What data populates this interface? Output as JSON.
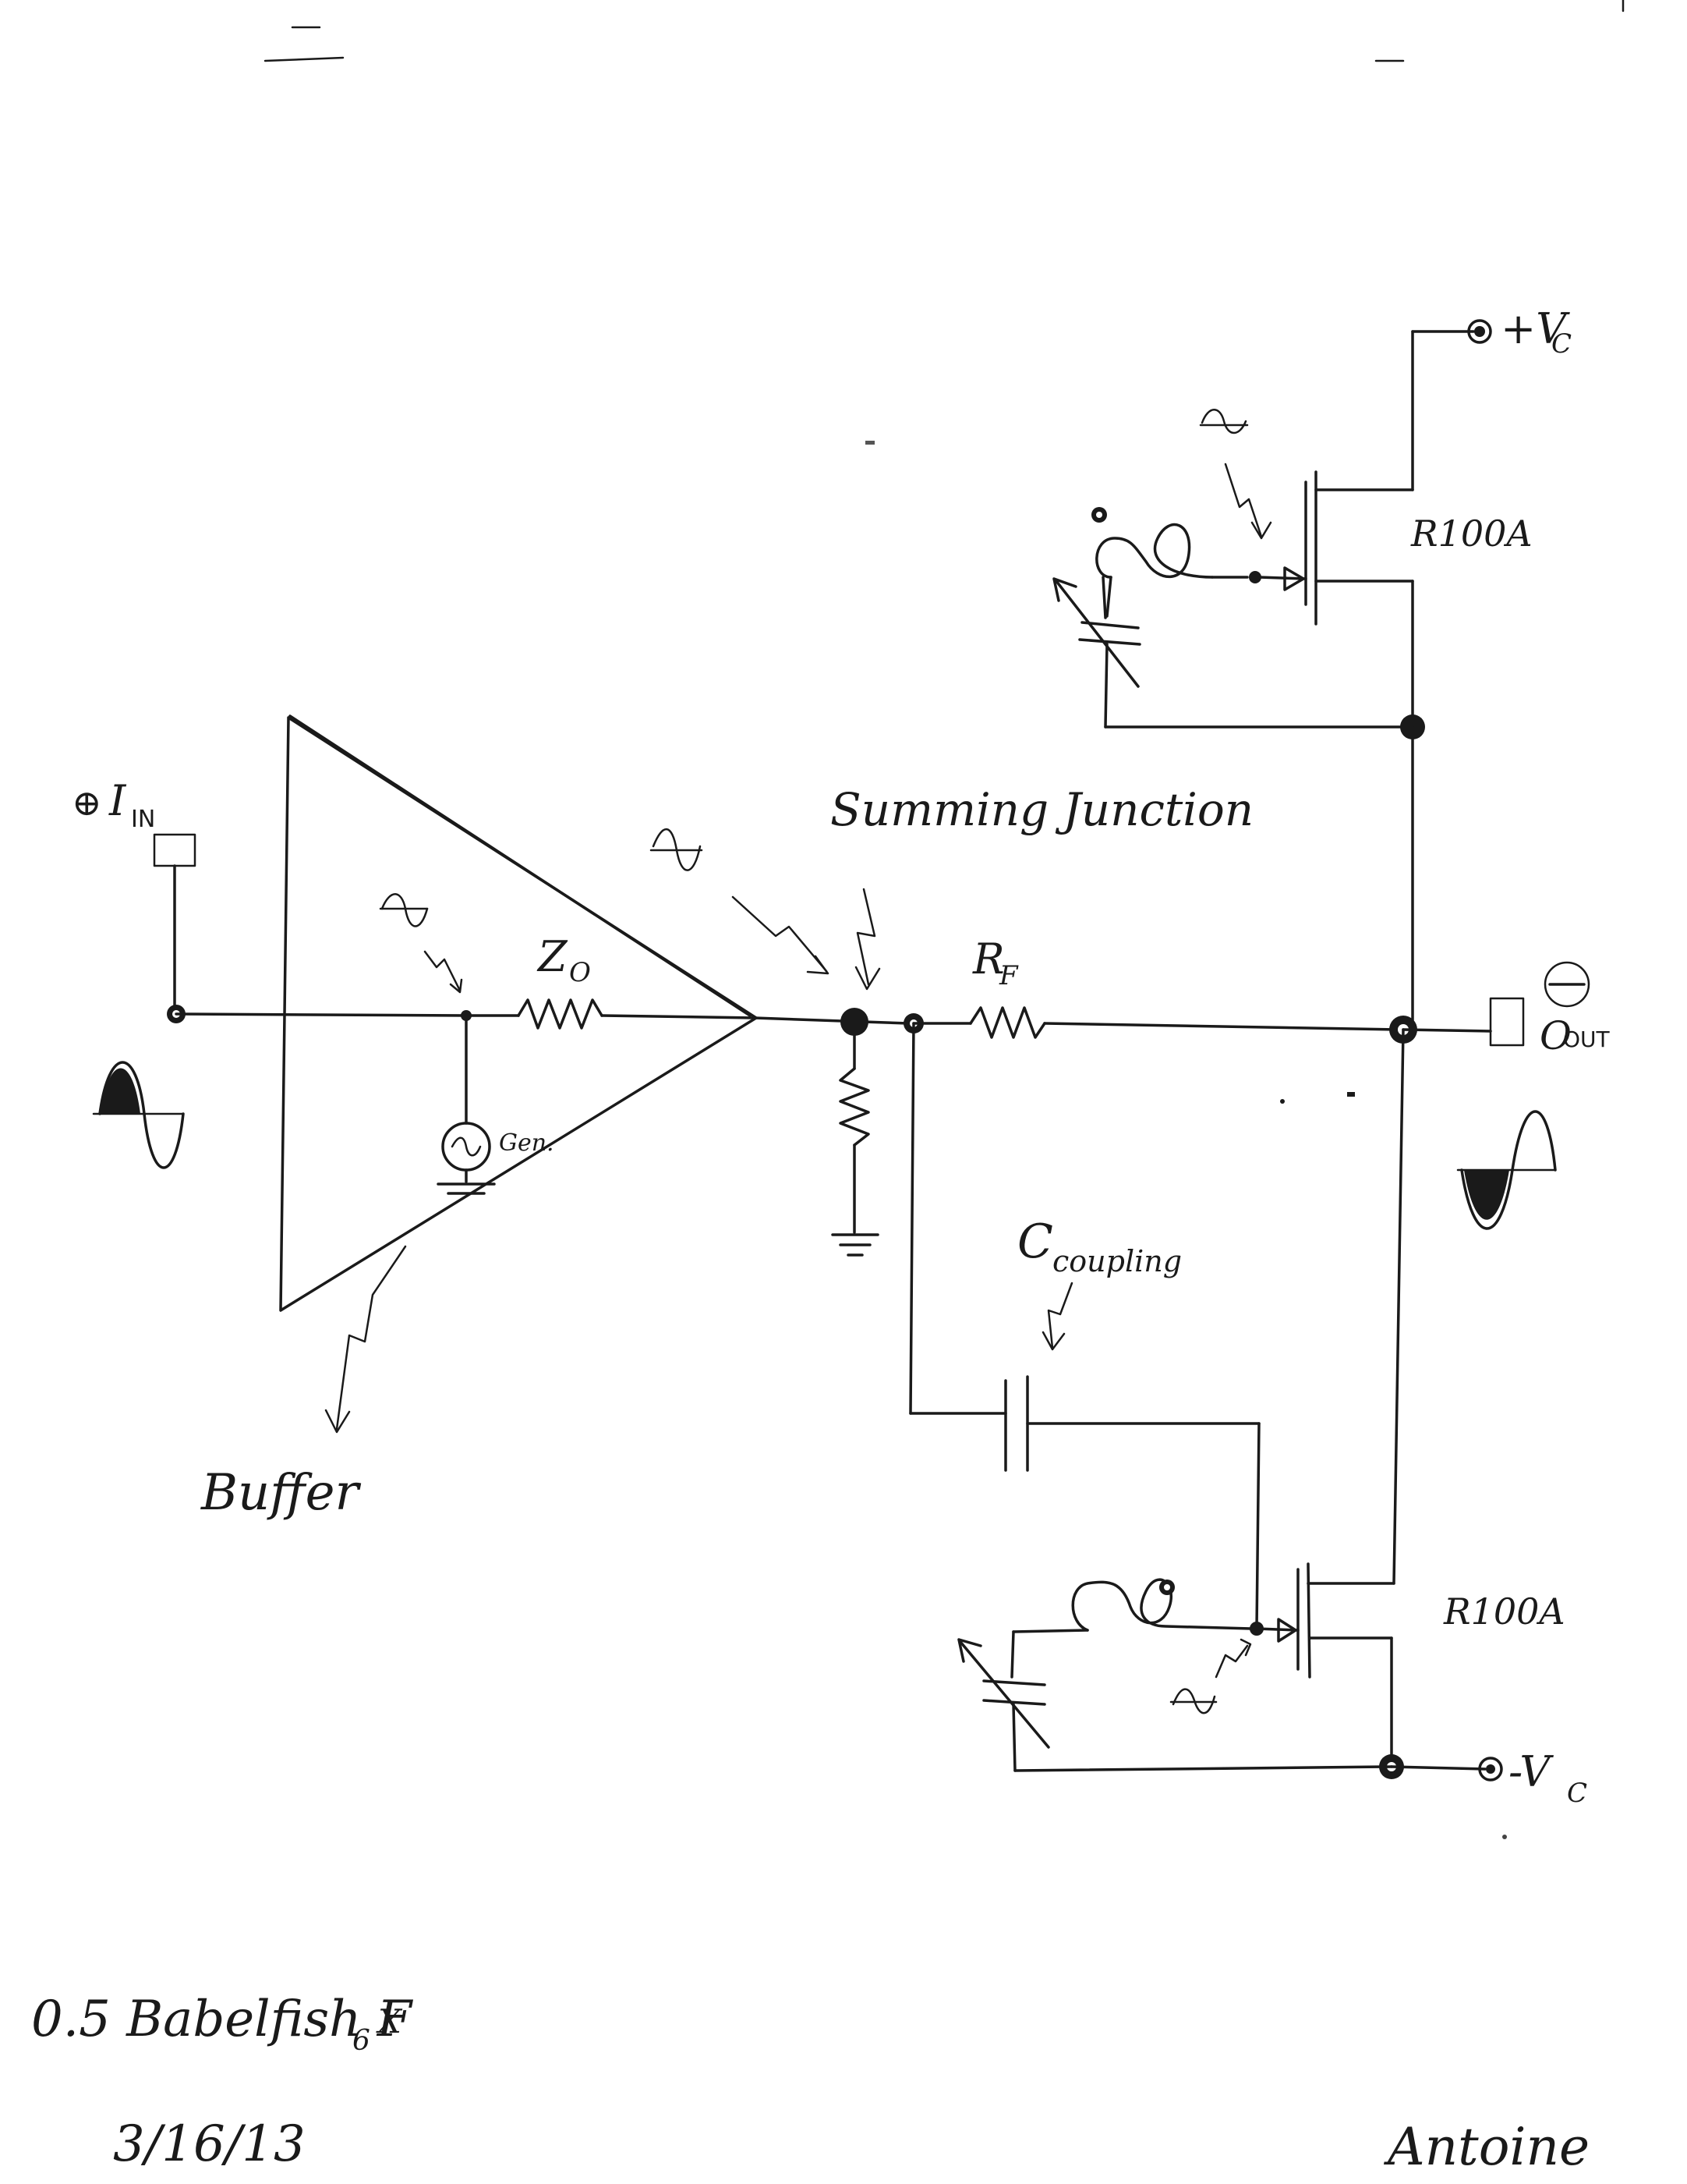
{
  "labels": {
    "input": "IN",
    "input_sign": "⊕",
    "output": "OUT",
    "output_sign": "⊖",
    "pos_supply": "+V",
    "pos_supply_sub": "C",
    "neg_supply": "-V",
    "neg_supply_sub": "C",
    "impedance": "Z",
    "impedance_sub": "O",
    "generator": "Gen.",
    "summing_junction": "Summing Junction",
    "feedback_resistor": "R",
    "feedback_resistor_sub": "F",
    "coupling_cap": "C",
    "coupling_cap_sub": "coupling",
    "buffer": "Buffer",
    "upper_transistor": "R100A",
    "lower_transistor": "R100A"
  },
  "footer": {
    "title": "0.5 Babelfish F",
    "title_sub": "6",
    "title_suffix": "X",
    "date": "3/16/13",
    "signature": "Antoine"
  }
}
